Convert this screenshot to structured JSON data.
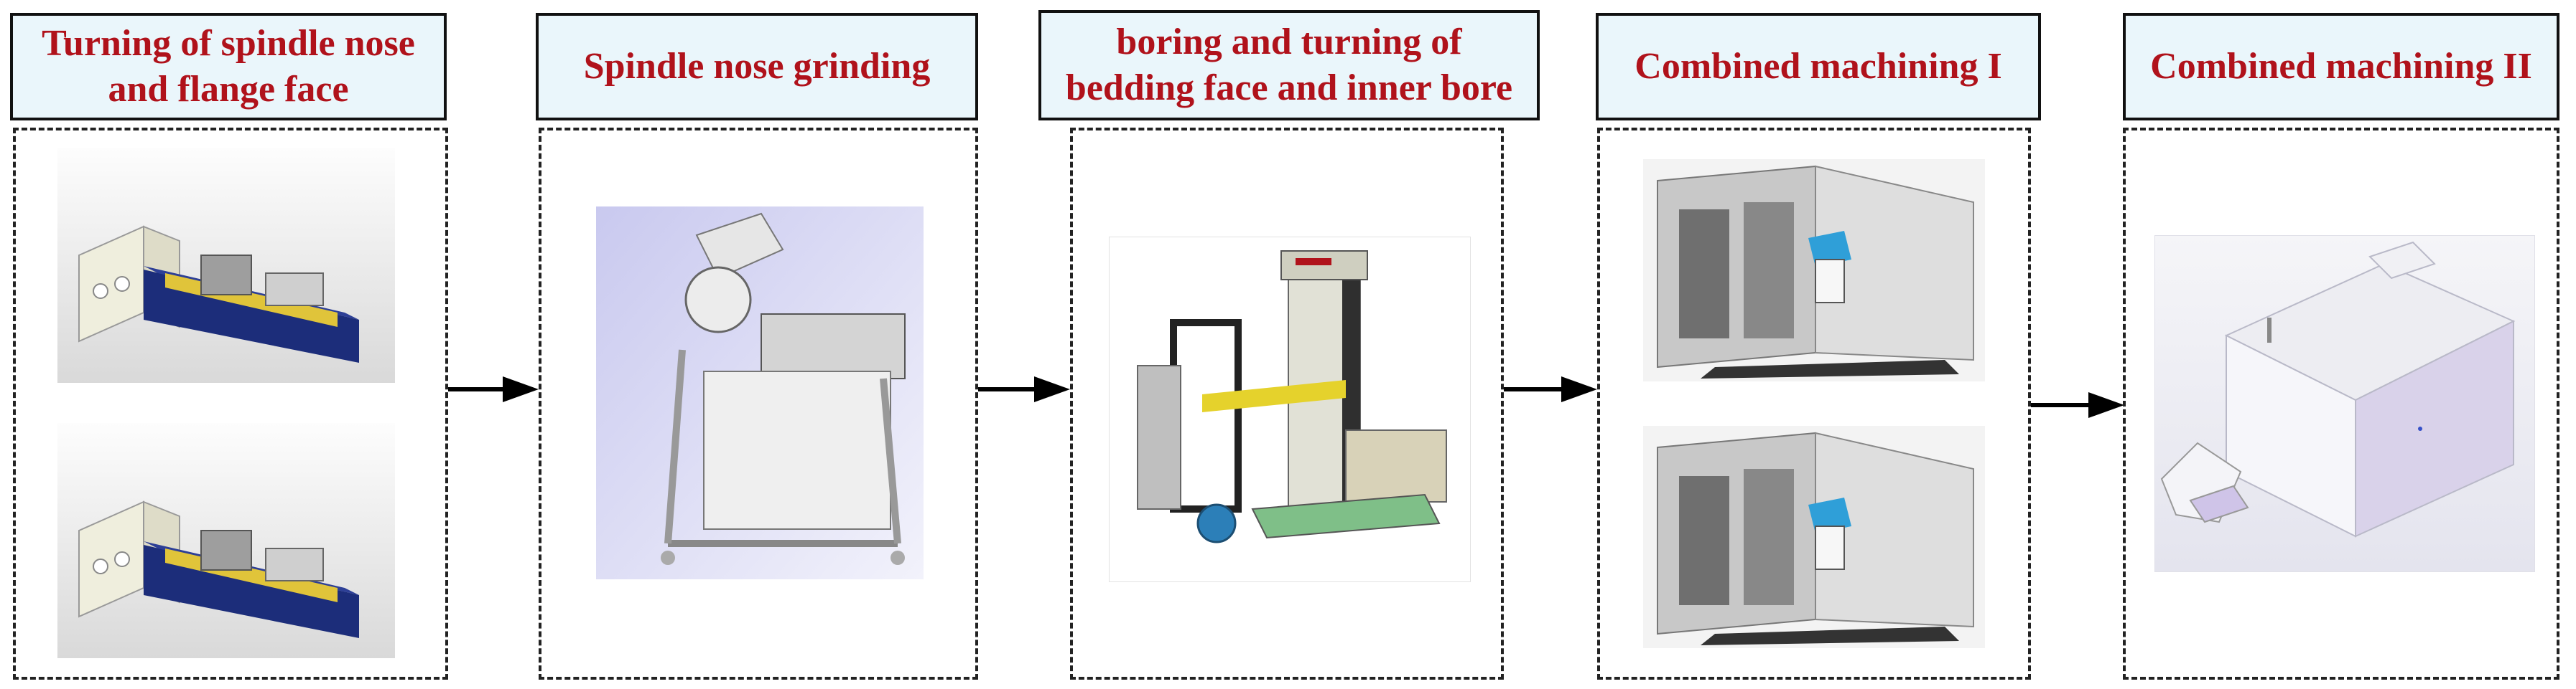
{
  "steps": [
    {
      "title": "Turning of spindle nose and flange face",
      "images": [
        "lathe-machine-image",
        "lathe-machine-image"
      ]
    },
    {
      "title": "Spindle nose grinding",
      "images": [
        "grinding-machine-image"
      ]
    },
    {
      "title": "boring and turning of bedding face and inner bore",
      "images": [
        "boring-machine-image"
      ]
    },
    {
      "title": "Combined machining I",
      "images": [
        "machining-center-image",
        "machining-center-image"
      ]
    },
    {
      "title": "Combined machining II",
      "images": [
        "machining-center-model-image"
      ]
    }
  ],
  "colors": {
    "title_text": "#b0121b",
    "title_bg": "#eaf6fb",
    "border": "#111111",
    "arrow": "#000000"
  },
  "icons": [
    "arrow-right-icon"
  ]
}
